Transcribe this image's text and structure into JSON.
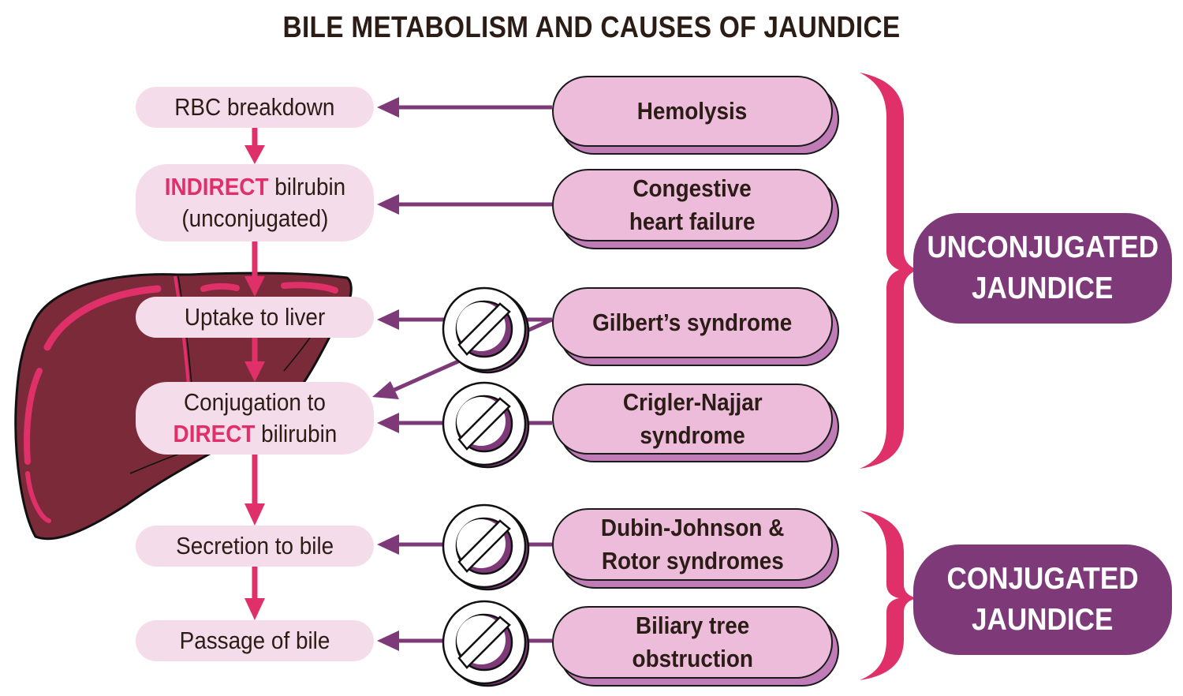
{
  "title": "BILE METABOLISM AND CAUSES OF JAUNDICE",
  "colors": {
    "step_fill": "#f5dcea",
    "cause_fill": "#ecbcda",
    "cause_shadow": "#c07cb6",
    "category_fill": "#7e3a78",
    "flow_arrow": "#e0306a",
    "cause_arrow": "#7e3a78",
    "liver": "#7a2a38",
    "liver_highlight": "#e0306a",
    "text": "#2b1d16"
  },
  "steps": [
    {
      "id": "rbc",
      "lines": [
        "RBC breakdown"
      ]
    },
    {
      "id": "indirect",
      "highlight": "INDIRECT",
      "lines": [
        " bilrubin",
        "(unconjugated)"
      ]
    },
    {
      "id": "uptake",
      "lines": [
        "Uptake to liver"
      ]
    },
    {
      "id": "conjugation",
      "lines": [
        "Conjugation to",
        " bilirubin"
      ],
      "highlight": "DIRECT"
    },
    {
      "id": "secretion",
      "lines": [
        "Secretion to bile"
      ]
    },
    {
      "id": "passage",
      "lines": [
        "Passage of bile"
      ]
    }
  ],
  "causes": [
    {
      "id": "hemolysis",
      "lines": [
        "Hemolysis"
      ],
      "targets": [
        "rbc"
      ],
      "blocked": false
    },
    {
      "id": "chf",
      "lines": [
        "Congestive",
        "heart failure"
      ],
      "targets": [
        "indirect"
      ],
      "blocked": false
    },
    {
      "id": "gilbert",
      "lines": [
        "Gilbert’s syndrome"
      ],
      "targets": [
        "uptake",
        "conjugation"
      ],
      "blocked": true
    },
    {
      "id": "crigler",
      "lines": [
        "Crigler-Najjar",
        "syndrome"
      ],
      "targets": [
        "conjugation"
      ],
      "blocked": true
    },
    {
      "id": "dubin",
      "lines": [
        "Dubin-Johnson &",
        "Rotor syndromes"
      ],
      "targets": [
        "secretion"
      ],
      "blocked": true
    },
    {
      "id": "biliary",
      "lines": [
        "Biliary tree",
        "obstruction"
      ],
      "targets": [
        "passage"
      ],
      "blocked": true
    }
  ],
  "categories": [
    {
      "id": "unconjugated",
      "lines": [
        "UNCONJUGATED",
        "JAUNDICE"
      ],
      "includes": [
        "hemolysis",
        "chf",
        "gilbert",
        "crigler"
      ]
    },
    {
      "id": "conjugated",
      "lines": [
        "CONJUGATED",
        "JAUNDICE"
      ],
      "includes": [
        "dubin",
        "biliary"
      ]
    }
  ],
  "icons": {
    "blocked": "no-entry-icon",
    "organ": "liver-icon"
  }
}
